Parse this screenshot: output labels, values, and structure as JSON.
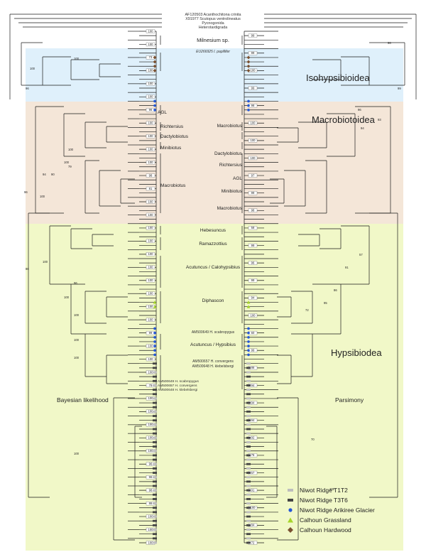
{
  "colors": {
    "isohypsibioidea": "#dff0fb",
    "macrobiotoidea": "#f4e6d8",
    "hypsibioidea": "#f1f8c8",
    "tree": "#1a1a1a",
    "niwot_t1t2": "#bdbdbd",
    "niwot_t3t6": "#444444",
    "arikiree": "#2457d6",
    "calhoun_grassland": "#a6d62a",
    "calhoun_hardwood": "#7a5030"
  },
  "outgroups": [
    "AF120503 Acanthochitona crinita",
    "X91977 Scutopus ventrolineatus",
    "Pycnogonida",
    "Heterotardigrada"
  ],
  "clades_center": [
    "Milnesium sp.",
    "EU266925 I. papillifer",
    "AM500649 H. scabropygus",
    "Acutuncus / Hypsibius",
    "AM500657 H. convergens",
    "AM500648 H. klebelsbergi"
  ],
  "clades_left": [
    "AGL",
    "Richtersius",
    "Dactylobiotus",
    "Minibiotus",
    "Macrobiotus",
    "Hebesuncus",
    "Ramazzottius",
    "Acutuncus / Calohypsibius",
    "Diphascon",
    "AM500649 H. scabropygus",
    "AM500657 H. convergens",
    "AM500648 H. klebelsbergi"
  ],
  "clades_right": [
    "Macrobiotus",
    "Dactylobiotus",
    "Richtersius",
    "AGL",
    "Minibiotus",
    "Macrobiotus"
  ],
  "superfamilies": [
    "Isohypsibioidea",
    "Macrobiotoidea",
    "Hypsibiodea"
  ],
  "method_labels": {
    "left": "Bayesian likelihood",
    "right": "Parsimony"
  },
  "legend": [
    {
      "label": "Niwot Ridge T1T2",
      "symbol": "bar",
      "color": "#bdbdbd"
    },
    {
      "label": "Niwot Ridge T3T6",
      "symbol": "bar",
      "color": "#444444"
    },
    {
      "label": "Niwot Ridge Arikiree Glacier",
      "symbol": "circle",
      "color": "#2457d6"
    },
    {
      "label": "Calhoun Grassland",
      "symbol": "triangle",
      "color": "#a6d62a"
    },
    {
      "label": "Calhoun Hardwood",
      "symbol": "diamond",
      "color": "#7a5030"
    }
  ],
  "support_left": [
    "100",
    "100",
    "73",
    "100",
    "100",
    "100",
    "96",
    "100",
    "100",
    "100",
    "100",
    "98",
    "81",
    "100",
    "100",
    "100",
    "100",
    "100",
    "100",
    "100",
    "100",
    "100",
    "100",
    "99",
    "100",
    "100",
    "100",
    "79",
    "100",
    "100",
    "100",
    "100",
    "100",
    "96",
    "96",
    "98",
    "86",
    "100",
    "100",
    "100",
    "100",
    "100",
    "98",
    "100",
    "100",
    "98",
    "100",
    "100",
    "100",
    "100",
    "100",
    "100",
    "74",
    "75",
    "100",
    "100",
    "100",
    "100",
    "100",
    "92",
    "100",
    "100",
    "100",
    "97",
    "100",
    "100",
    "100",
    "100"
  ],
  "support_right": [
    "99",
    "99",
    "100",
    "99",
    "98",
    "100",
    "100",
    "100",
    "97",
    "99",
    "98",
    "58",
    "99",
    "96",
    "99",
    "94",
    "100",
    "60",
    "99",
    "86",
    "94",
    "94",
    "94",
    "92",
    "76",
    "57",
    "91",
    "100",
    "84",
    "72",
    "100",
    "95",
    "100",
    "88",
    "77",
    "81",
    "98",
    "84",
    "56",
    "70",
    "99",
    "66",
    "97",
    "100",
    "99",
    "99"
  ],
  "node_support_left": [
    "100",
    "96",
    "100",
    "94",
    "96",
    "100",
    "100",
    "100",
    "90",
    "79",
    "100",
    "86",
    "96",
    "100",
    "100",
    "100",
    "100",
    "100"
  ],
  "node_support_right": [
    "96",
    "99",
    "96",
    "93",
    "94",
    "57",
    "91",
    "86",
    "95",
    "72",
    "70",
    "100"
  ]
}
